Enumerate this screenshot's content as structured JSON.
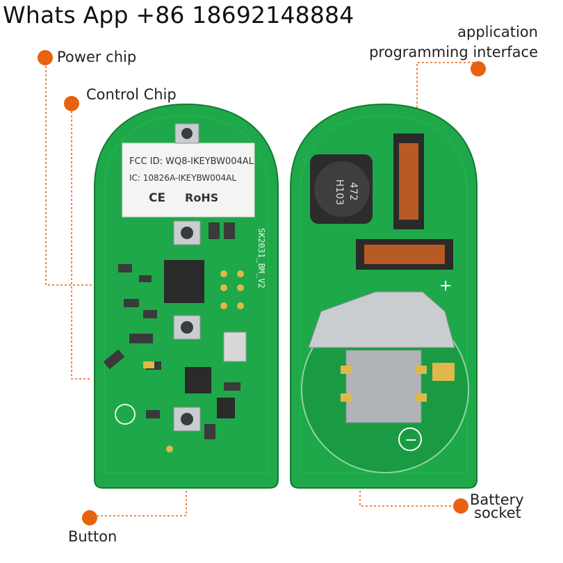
{
  "header": {
    "contact": "Whats App +86 18692148884"
  },
  "callouts": {
    "power_chip": "Power chip",
    "control_chip": "Control Chip",
    "api_line1": "application",
    "api_line2": "programming interface",
    "button": "Button",
    "battery_line1": "Battery",
    "battery_line2": "socket"
  },
  "board_markings": {
    "fcc": "FCC ID: WQ8-IKEYBW004AL",
    "ic": "IC:  10826A-IKEYBW004AL",
    "ce": "CE",
    "rohs": "RoHS",
    "pcb_name": "SK2031_BM_V2",
    "inductor_top": "472",
    "inductor_bottom": "H103",
    "plus": "+",
    "minus": "−"
  },
  "colors": {
    "accent": "#e8620f",
    "pcb": "#1fa84a",
    "pcb_dark": "#137a33",
    "silver": "#c9cdd0"
  }
}
